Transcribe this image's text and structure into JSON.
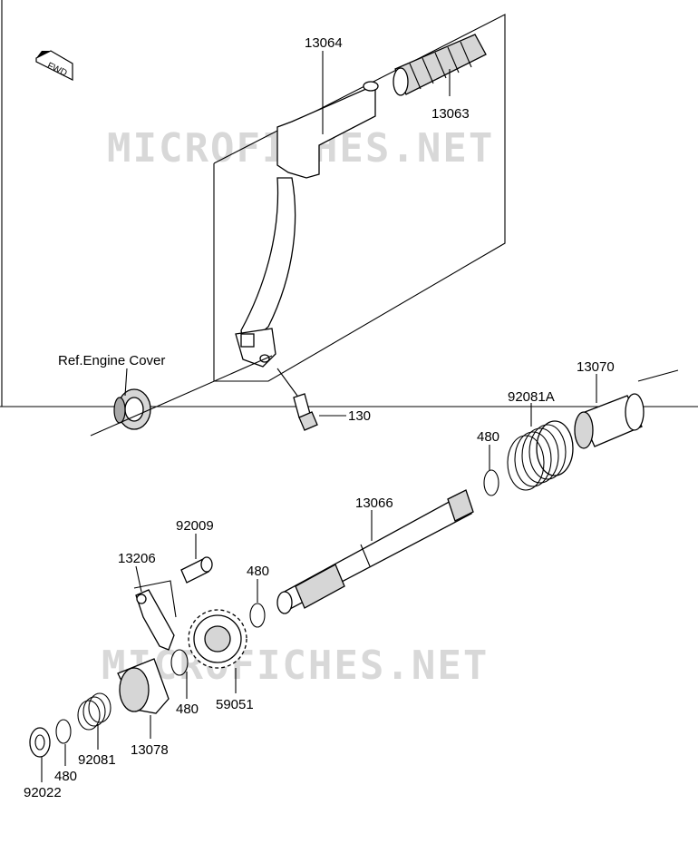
{
  "labels": {
    "fwd": "FWD",
    "ref_engine_cover": "Ref.Engine Cover",
    "p13064": "13064",
    "p13063": "13063",
    "p130": "130",
    "p13070": "13070",
    "p92081a": "92081A",
    "p480_a": "480",
    "p13066": "13066",
    "p92009": "92009",
    "p13206": "13206",
    "p480_b": "480",
    "p480_c": "480",
    "p59051": "59051",
    "p13078": "13078",
    "p92081": "92081",
    "p480_d": "480",
    "p92022": "92022"
  },
  "watermarks": {
    "top": "MICROFICHES.NET",
    "bottom": "MICROFICHES.NET"
  },
  "colors": {
    "line": "#000000",
    "part_shade": "#d6d6d6",
    "watermark": "#d8d8d8"
  }
}
